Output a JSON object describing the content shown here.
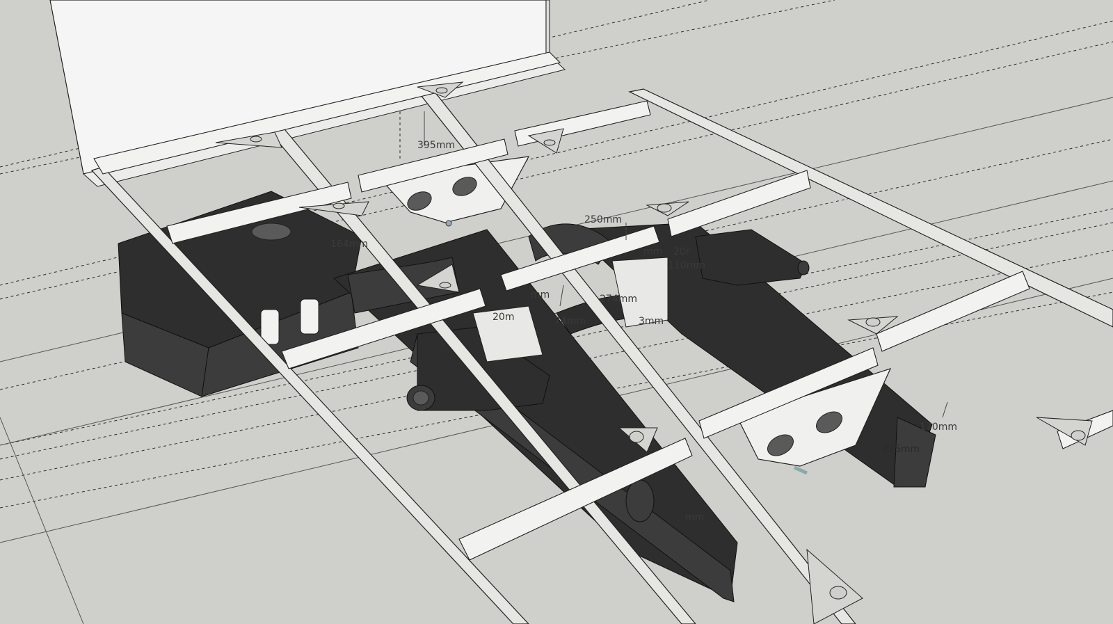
{
  "scene": {
    "description": "SketchUp-style 3D model of a trailer/vehicle chassis frame with suspension, axle beams and fuel tank",
    "background_color": "#cfcfcb",
    "wall_color": "#f5f5f5",
    "frame_color": "#e6e6e3",
    "dark_part_color": "#3c3c3c"
  },
  "dimensions": {
    "d1": "395mm",
    "d2": "250mm",
    "d3": "110mm",
    "d4": "274mm",
    "d5": "170mm",
    "d6": "225mm",
    "d7": "164mm",
    "d8": "47",
    "d9": "20r",
    "d10": "74mm",
    "d11": "3mm",
    "d12": "mm",
    "d13": "mm",
    "d14": "20m",
    "d15": "mm"
  }
}
